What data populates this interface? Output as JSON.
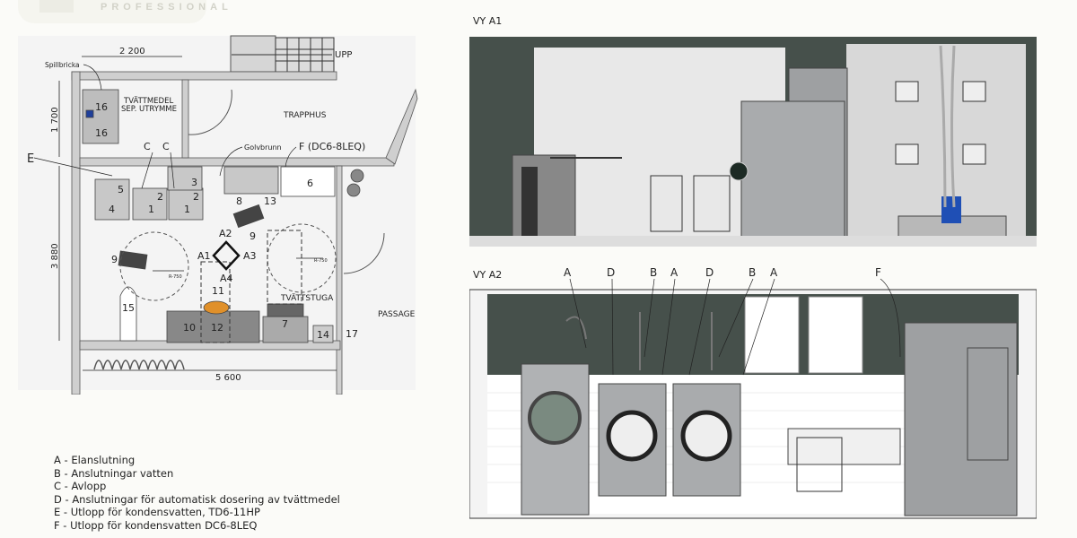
{
  "brand": {
    "logo_text": "PROFESSIONAL"
  },
  "floor_plan": {
    "dimensions": {
      "top": "2 200",
      "left_upper": "1 700",
      "left_lower": "3 880",
      "bottom": "5 600"
    },
    "rooms": {
      "detergent_room_line1": "TVÄTTMEDEL",
      "detergent_room_line2": "SEP. UTRYMME",
      "stairwell": "TRAPPHUS",
      "laundry": "TVÄTTSTUGA",
      "passage": "PASSAGE",
      "stairs_up": "UPP"
    },
    "callouts": {
      "spill_tray": "Spillbricka",
      "floor_drain": "Golvbrunn",
      "f_label": "F (DC6-8LEQ)",
      "e": "E",
      "c1": "C",
      "c2": "C"
    },
    "markers": {
      "a1": "A1",
      "a2": "A2",
      "a3": "A3",
      "a4": "A4"
    },
    "radius_labels": [
      "R-750",
      "R-750"
    ],
    "items": [
      "16",
      "16",
      "5",
      "4",
      "2",
      "1",
      "2",
      "1",
      "3",
      "8",
      "13",
      "6",
      "9",
      "9",
      "11",
      "15",
      "10",
      "12",
      "7",
      "14",
      "17"
    ]
  },
  "views": {
    "a1": {
      "title": "VY A1"
    },
    "a2": {
      "title": "VY A2",
      "callouts": [
        "A",
        "D",
        "B",
        "A",
        "D",
        "B",
        "A",
        "F"
      ]
    }
  },
  "legend": [
    "A - Elanslutning",
    "B - Anslutningar vatten",
    "C - Avlopp",
    "D - Anslutningar för automatisk dosering av tvättmedel",
    "E - Utlopp för kondensvatten, TD6-11HP",
    "F - Utlopp för kondensvatten DC6-8LEQ"
  ],
  "colors": {
    "wall_green": "#46504b",
    "machine_grey": "#9ea0a2",
    "blue": "#1f4fb5",
    "plan_bg": "#f3f3f3"
  }
}
